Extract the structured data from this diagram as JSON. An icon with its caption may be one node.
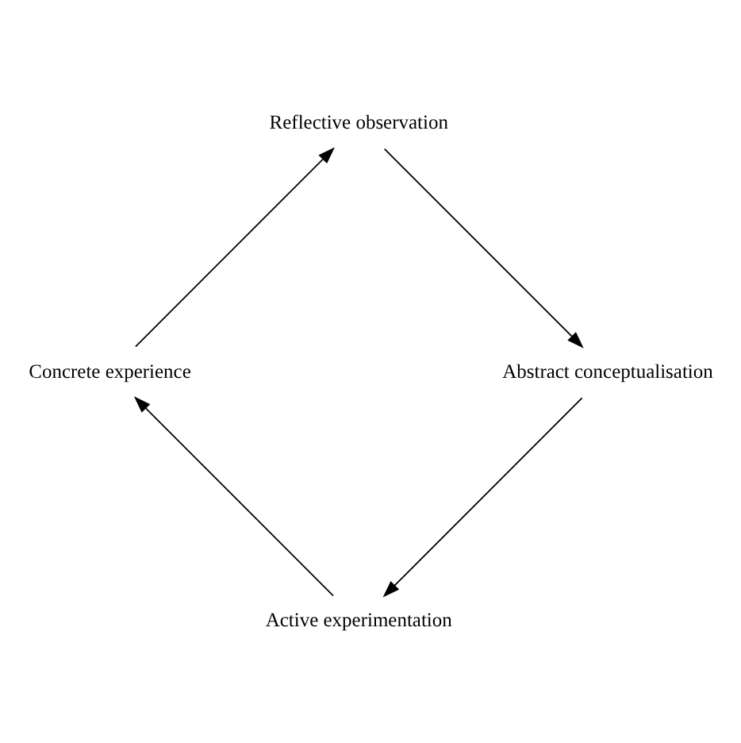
{
  "diagram": {
    "nodes": [
      {
        "text": [
          "Active experimentation"
        ]
      },
      {
        "text": [
          "Concrete experience"
        ]
      },
      {
        "text": [
          "Abstract conceptualisation"
        ]
      },
      {
        "text": [
          "Reflective observation"
        ]
      }
    ],
    "edges": [
      {
        "from": 0,
        "to": 1,
        "arrow": "to"
      },
      {
        "from": 1,
        "to": 3,
        "arrow": "to"
      },
      {
        "from": 3,
        "to": 2,
        "arrow": "to"
      },
      {
        "from": 2,
        "to": 0,
        "arrow": "to"
      }
    ]
  }
}
